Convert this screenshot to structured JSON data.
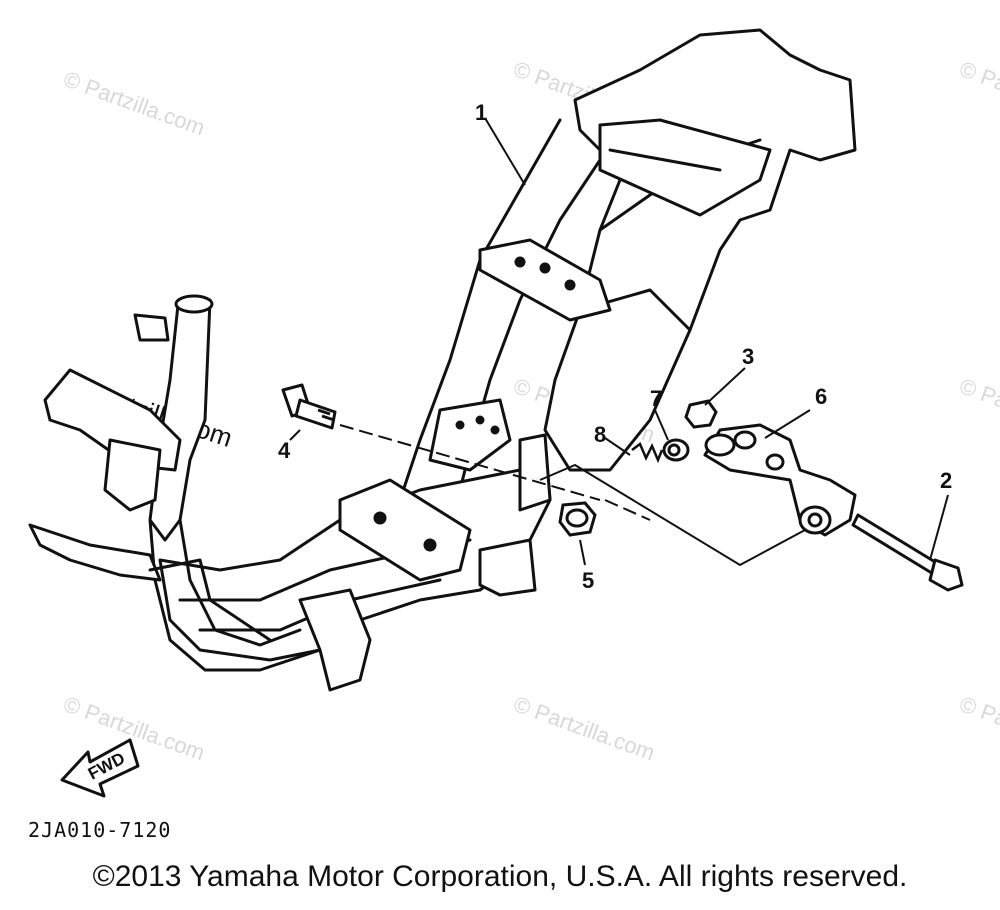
{
  "diagram": {
    "callouts": [
      "1",
      "2",
      "3",
      "4",
      "5",
      "6",
      "7",
      "8"
    ],
    "fwd_label": "FWD",
    "part_code": "2JA010-7120",
    "copyright": "©2013 Yamaha Motor Corporation, U.S.A. All rights reserved.",
    "watermark": "© Partzilla.com"
  }
}
